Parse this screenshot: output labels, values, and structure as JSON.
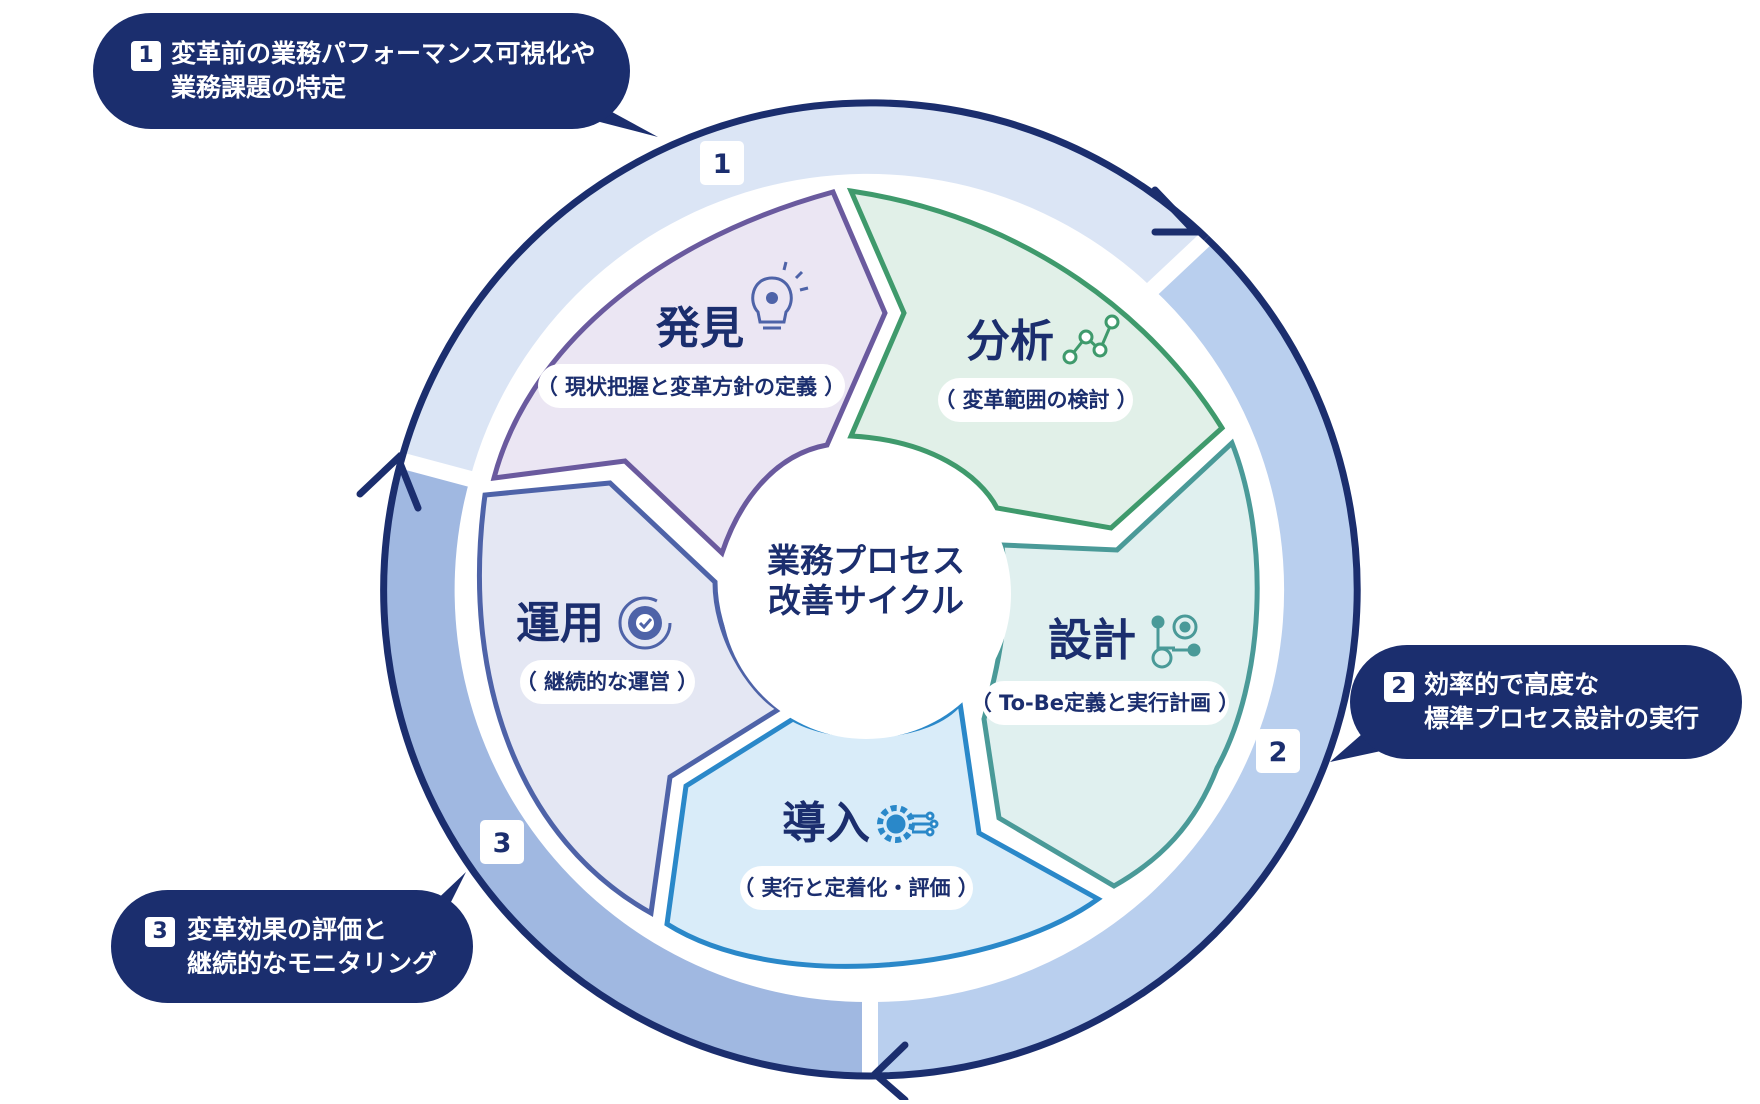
{
  "center": {
    "line1": "業務プロセス",
    "line2": "改善サイクル"
  },
  "phases": [
    {
      "title": "発見",
      "subtitle": "（ 現状把握と変革方針の定義 ）",
      "icon": "lightbulb-gear-icon",
      "color": "#6a5a9e",
      "fill": "#ebe6f3"
    },
    {
      "title": "分析",
      "subtitle": "（ 変革範囲の検討 ）",
      "icon": "network-nodes-icon",
      "color": "#3f9a6c",
      "fill": "#e1f0e8"
    },
    {
      "title": "設計",
      "subtitle": "（ To-Be定義と実行計画 ）",
      "icon": "flowchart-gears-icon",
      "color": "#4a9a98",
      "fill": "#e0f0ef"
    },
    {
      "title": "導入",
      "subtitle": "（ 実行と定着化・評価 ）",
      "icon": "gear-circuit-icon",
      "color": "#2a88c9",
      "fill": "#d9ecf9"
    },
    {
      "title": "運用",
      "subtitle": "（ 継続的な運営 ）",
      "icon": "gear-check-icon",
      "color": "#4e63a8",
      "fill": "#e4e7f3"
    }
  ],
  "ring_numbers": [
    "1",
    "2",
    "3"
  ],
  "callouts": [
    {
      "number": "1",
      "lines": [
        "変革前の業務パフォーマンス可視化や",
        "業務課題の特定"
      ]
    },
    {
      "number": "2",
      "lines": [
        "効率的で高度な",
        "標準プロセス設計の実行"
      ]
    },
    {
      "number": "3",
      "lines": [
        "変革効果の評価と",
        "継続的なモニタリング"
      ]
    }
  ],
  "colors": {
    "navy": "#1b2e6e",
    "ring1": "#dbe5f5",
    "ring2": "#b9cfee",
    "ring3": "#a0b8e1"
  }
}
